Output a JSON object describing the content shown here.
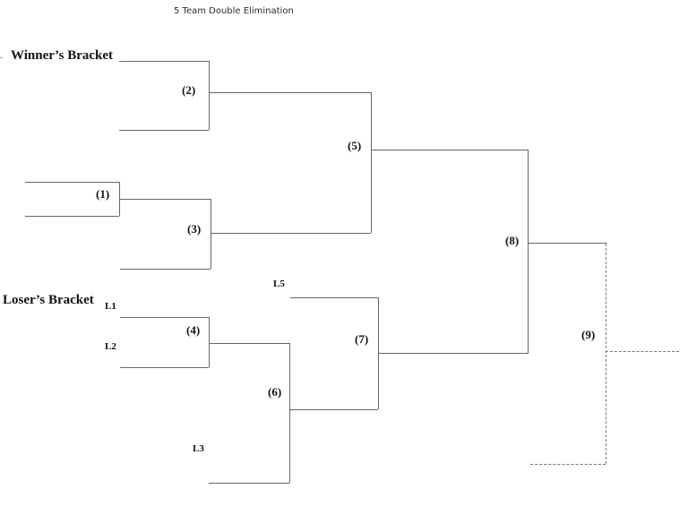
{
  "title": "5 Team Double Elimination",
  "colors": {
    "line": "#666666",
    "dashed": "#777777",
    "label": "#111111",
    "title_text": "#2b2b2b"
  },
  "brackets": {
    "winners_label": "Winner’s Bracket",
    "losers_label": "Loser’s Bracket"
  },
  "matches": [
    {
      "label": "(1)"
    },
    {
      "label": "(2)"
    },
    {
      "label": "(3)"
    },
    {
      "label": "(4)"
    },
    {
      "label": "(5)"
    },
    {
      "label": "(6)"
    },
    {
      "label": "(7)"
    },
    {
      "label": "(8)"
    },
    {
      "label": "(9)"
    }
  ],
  "loser_slots": [
    {
      "label": "L1"
    },
    {
      "label": "L2"
    },
    {
      "label": "L3"
    },
    {
      "label": "L5"
    }
  ]
}
